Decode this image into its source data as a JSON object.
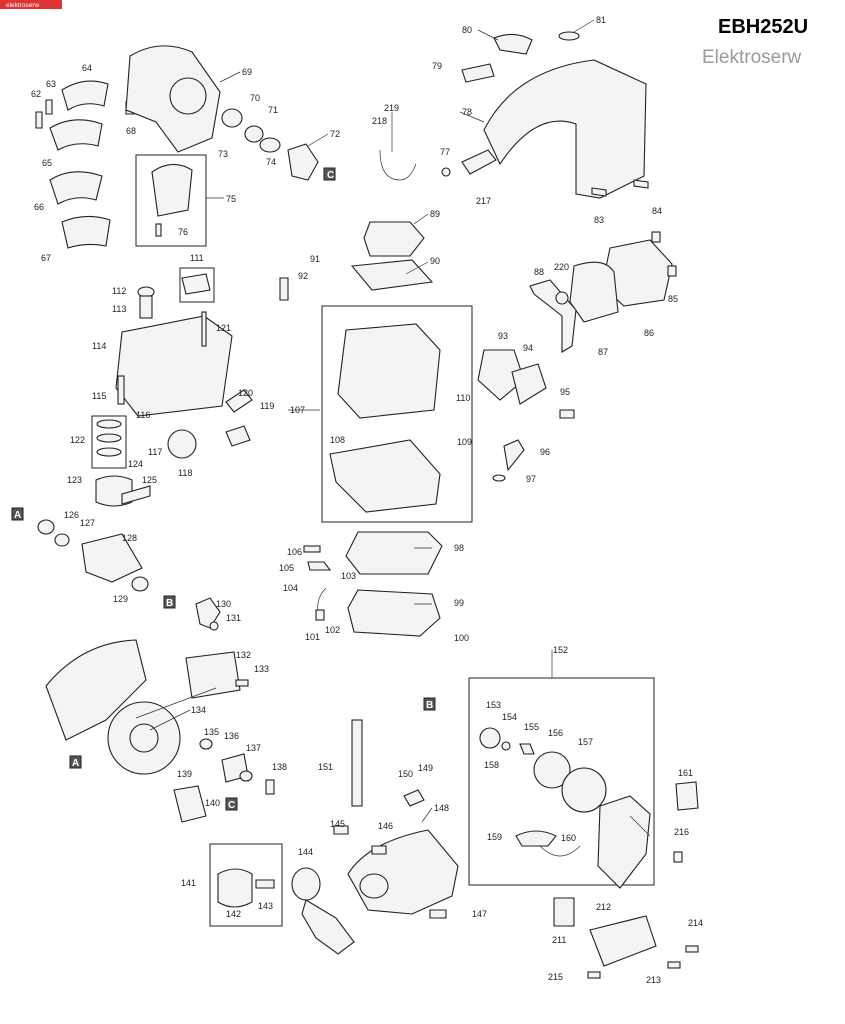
{
  "header": {
    "model": "EBH252U",
    "watermark": "Elektroserw",
    "corner_logo": "elektroserw"
  },
  "callouts": [
    "62",
    "63",
    "64",
    "65",
    "66",
    "67",
    "68",
    "69",
    "70",
    "71",
    "72",
    "73",
    "74",
    "75",
    "76",
    "77",
    "78",
    "79",
    "80",
    "81",
    "83",
    "84",
    "85",
    "86",
    "87",
    "88",
    "89",
    "90",
    "91",
    "92",
    "93",
    "94",
    "95",
    "96",
    "97",
    "98",
    "99",
    "100",
    "101",
    "102",
    "103",
    "104",
    "105",
    "106",
    "107",
    "108",
    "109",
    "110",
    "111",
    "112",
    "113",
    "114",
    "115",
    "116",
    "117",
    "118",
    "119",
    "120",
    "121",
    "122",
    "123",
    "124",
    "125",
    "126",
    "127",
    "128",
    "129",
    "130",
    "131",
    "132",
    "133",
    "134",
    "135",
    "136",
    "137",
    "138",
    "139",
    "140",
    "141",
    "142",
    "143",
    "144",
    "145",
    "146",
    "147",
    "148",
    "149",
    "150",
    "151",
    "152",
    "153",
    "154",
    "155",
    "156",
    "157",
    "158",
    "159",
    "160",
    "161",
    "211",
    "212",
    "213",
    "214",
    "215",
    "216",
    "217",
    "218",
    "219",
    "220"
  ],
  "reference_markers": [
    "A",
    "B",
    "C"
  ]
}
